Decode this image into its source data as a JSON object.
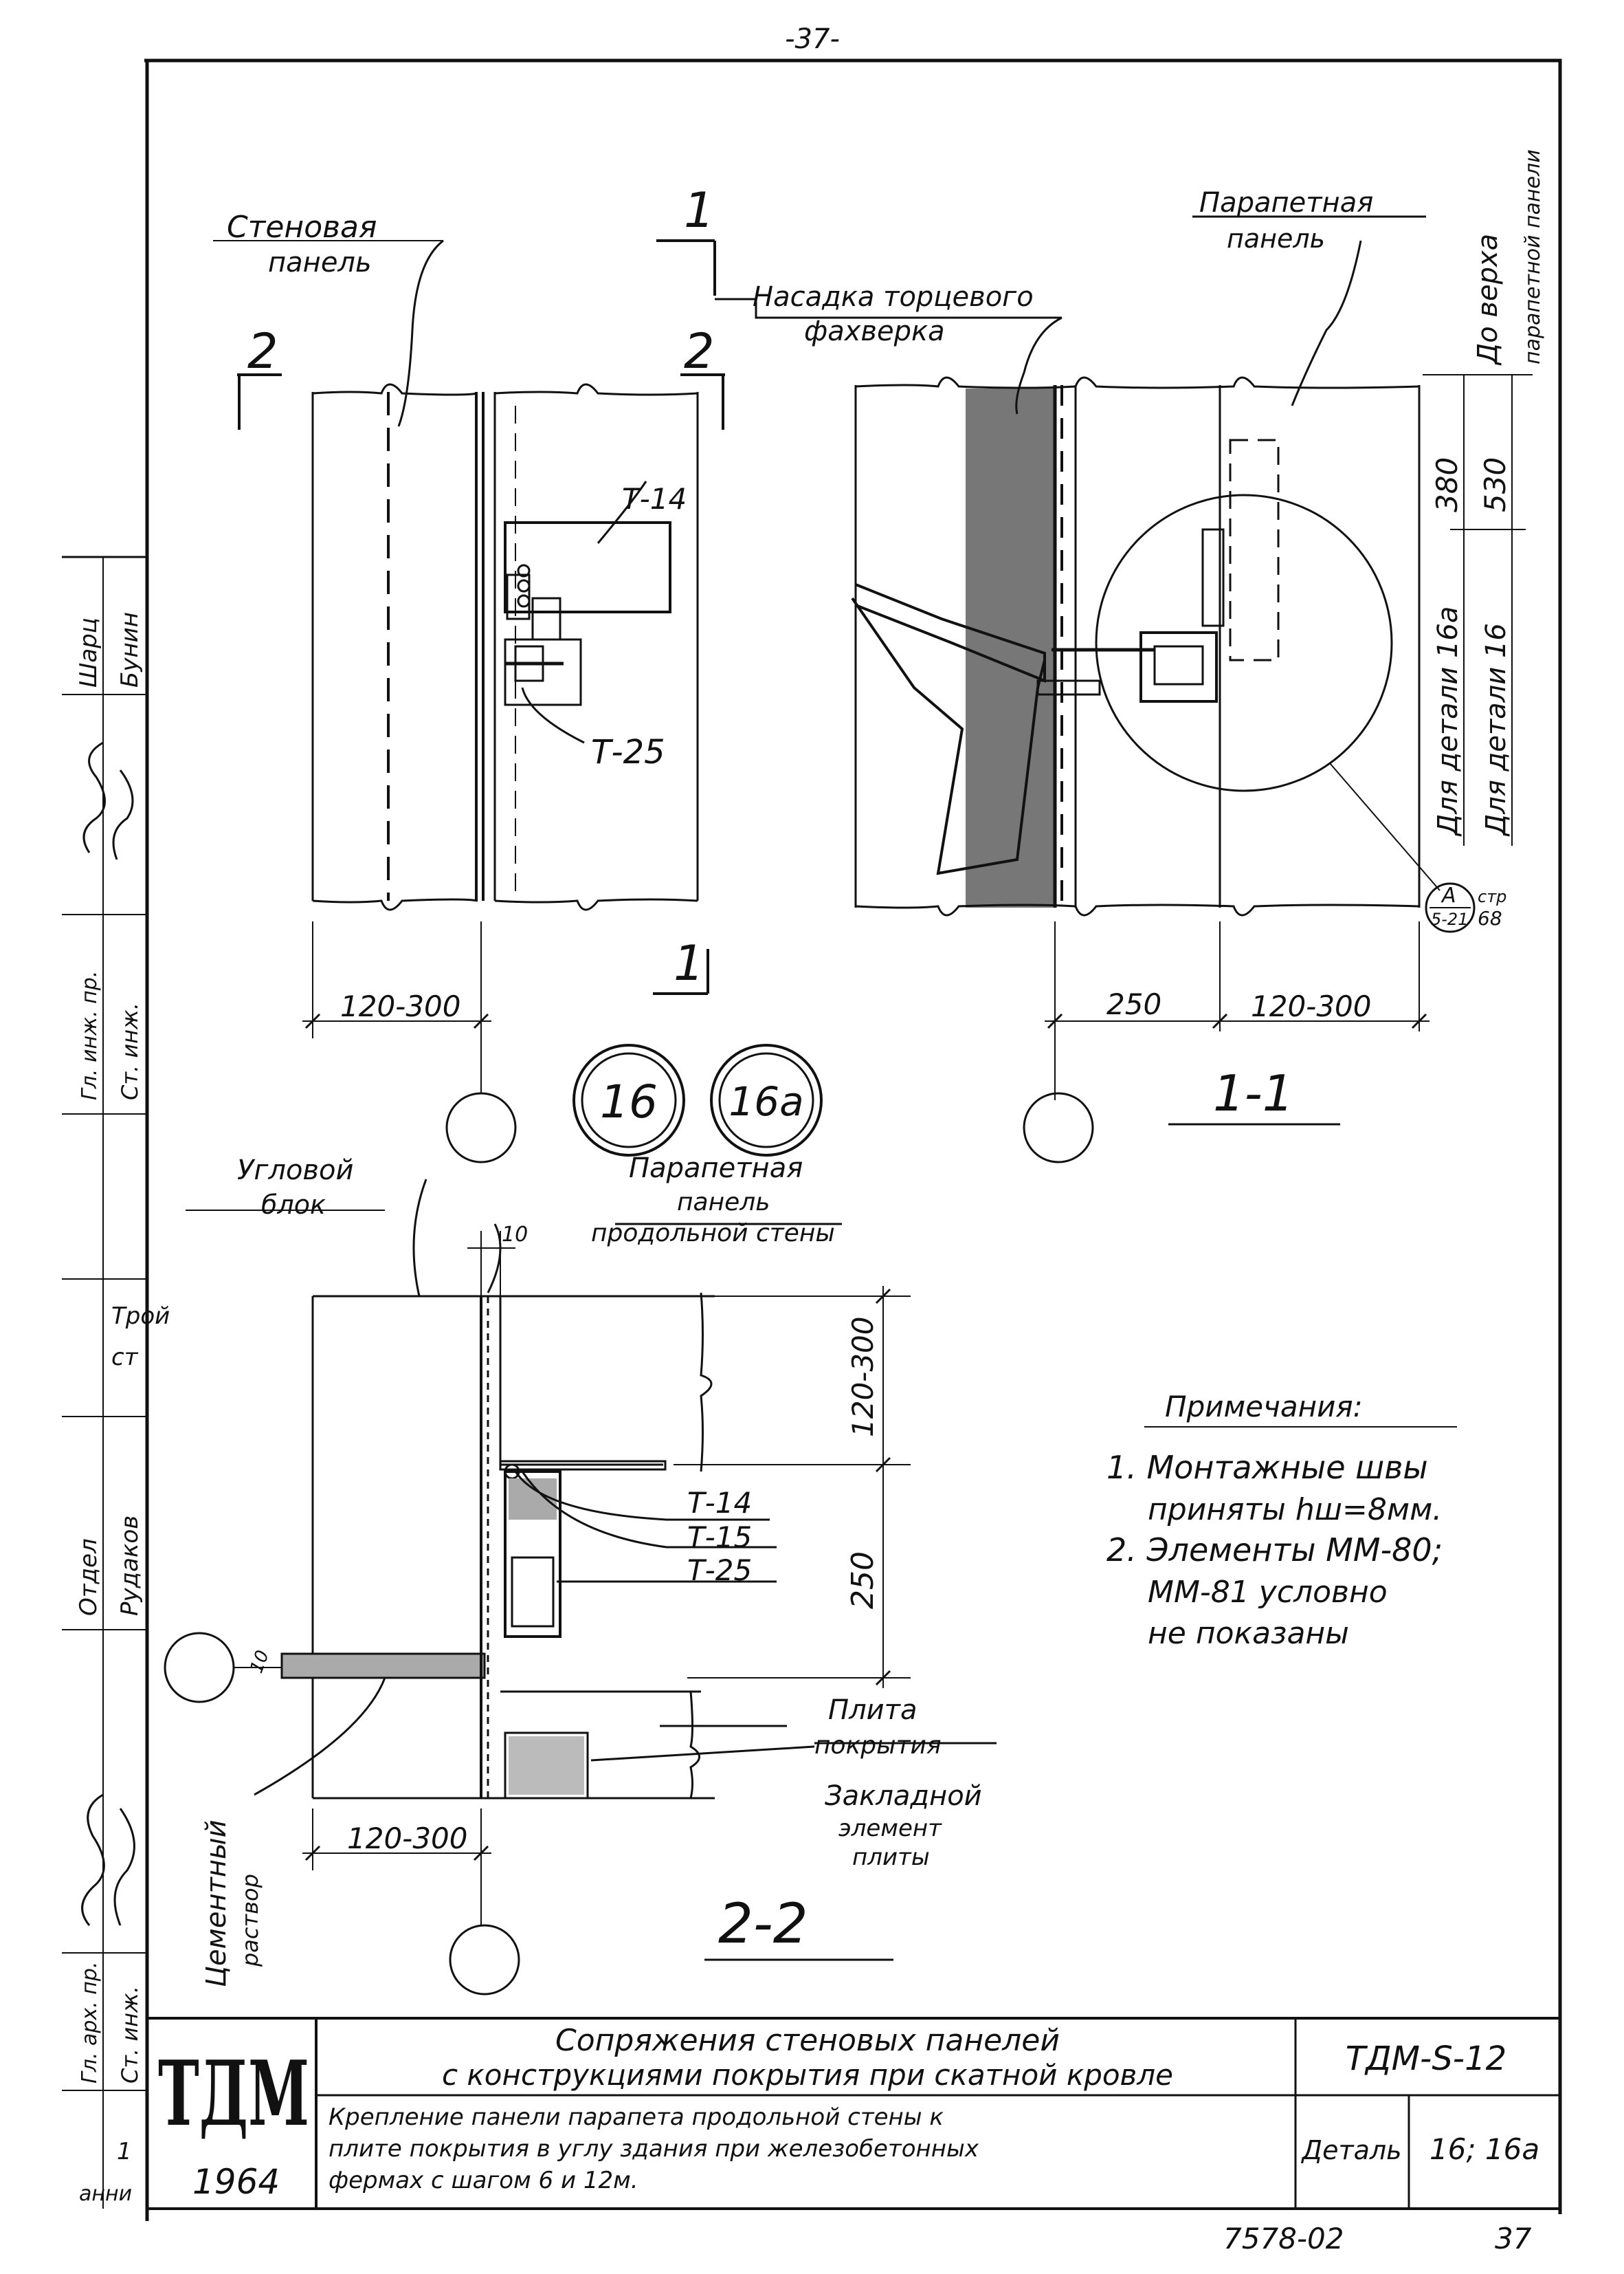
{
  "page_number_top": "-37-",
  "drawing_16": {
    "callouts": {
      "wall_panel": [
        "Стеновая",
        "панель"
      ],
      "end_nozzle": [
        "Насадка торцевого",
        "фахверка"
      ],
      "parapet_panel": [
        "Парапетная",
        "панель"
      ],
      "corner_block": [
        "Угловой",
        "блок"
      ],
      "parapet_long_wall": [
        "Парапетная",
        "панель",
        "продольной стены"
      ],
      "roof_slab": [
        "Плита",
        "покрытия"
      ],
      "embedded_element": [
        "Закладной",
        "элемент",
        "плиты"
      ],
      "cement_mortar": [
        "Цементный",
        "раствор"
      ]
    },
    "cut_marks": {
      "c1": "1",
      "c2": "2"
    },
    "parts": {
      "t14": "Т-14",
      "t15": "Т-15",
      "t25": "Т-25"
    },
    "dims": {
      "d120_300": "120-300",
      "d250": "250",
      "d380": "380",
      "d530": "530",
      "d10": "10"
    },
    "vertical_notes": {
      "top_of": [
        "До верха",
        "парапетной панели"
      ],
      "for_16a": "Для детали 16а",
      "for_16": "Для детали 16"
    },
    "detail_ref": {
      "letter": "А",
      "sheet": "5-21",
      "page_label": "стр",
      "page": "68"
    },
    "detail_circles": {
      "d16": "16",
      "d16a": "16а"
    },
    "section_titles": {
      "s11": "1-1",
      "s22": "2-2"
    }
  },
  "notes": {
    "title": "Примечания:",
    "items": [
      "1. Монтажные швы",
      "приняты hш=8мм.",
      "2. Элементы ММ-80;",
      "ММ-81 условно",
      "не показаны"
    ]
  },
  "side_stamp": {
    "rows": [
      {
        "role": "Шарц",
        "name": "Бунин"
      },
      {
        "role": "Ст. инж.",
        "name": "Гл. инж. пр."
      },
      {
        "role": "Трой",
        "name": "ст"
      },
      {
        "role": "Отдел",
        "name": "Рудаков"
      },
      {
        "role": "Ст. инж.",
        "name": "Гл. арх. пр."
      },
      {
        "role": "1",
        "name": "анни"
      }
    ]
  },
  "title_block": {
    "logo": "ТДМ",
    "year": "1964",
    "title_line1": "Сопряжения стеновых панелей",
    "title_line2": "с конструкциями покрытия при скатной кровле",
    "sub_line1": "Крепление панели парапета продольной стены к",
    "sub_line2": "плите покрытия в углу здания при железобетонных",
    "sub_line3": "фермах с шагом 6 и 12м.",
    "code": "ТДМ-S-12",
    "detail_label": "Деталь",
    "detail_value": "16; 16а"
  },
  "footer": {
    "inventory": "7578-02",
    "page": "37"
  }
}
